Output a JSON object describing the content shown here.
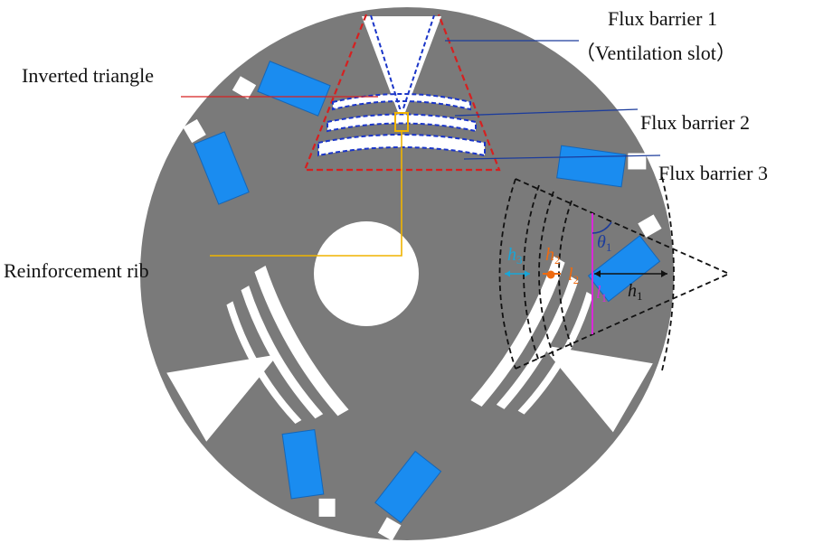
{
  "colors": {
    "rotor": "#7a7a7a",
    "magnet": "#1a8cf0",
    "magnet_edge": "#1466b8",
    "triangle": "#d62020",
    "barrier_outline": "#1a35c8",
    "rib_leader": "#f0b400",
    "cyan": "#19a6d8",
    "orange": "#ee6a10",
    "magenta": "#d82ad8",
    "navy": "#1c3c9c"
  },
  "labels": {
    "flux_barrier_1": "Flux barrier 1",
    "ventilation_slot": "（Ventilation slot）",
    "inverted_triangle": "Inverted triangle",
    "flux_barrier_2": "Flux barrier 2",
    "flux_barrier_3": "Flux barrier 3",
    "reinforcement_rib": "Reinforcement rib"
  },
  "symbols": {
    "h3": {
      "base": "h",
      "sub": "3"
    },
    "h2": {
      "base": "h",
      "sub": "2"
    },
    "l2": {
      "base": "l",
      "sub": "2"
    },
    "theta1": {
      "base": "θ",
      "sub": "1"
    },
    "l1": {
      "base": "l",
      "sub": "1"
    },
    "h1": {
      "base": "h",
      "sub": "1"
    }
  }
}
